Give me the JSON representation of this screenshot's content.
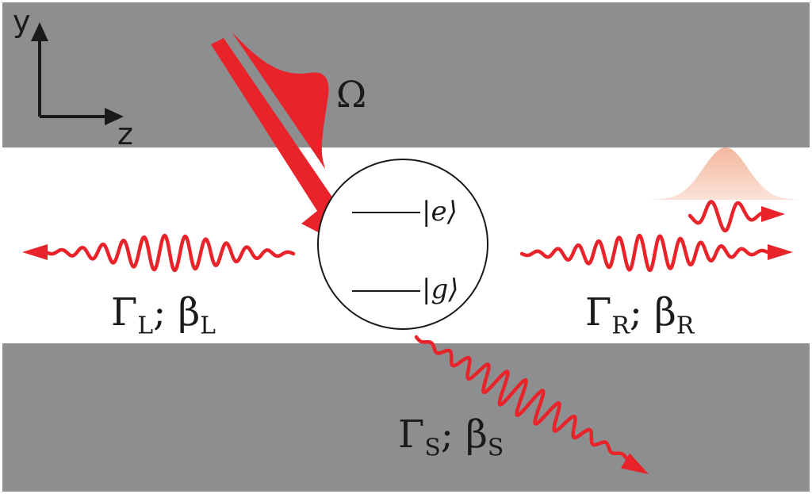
{
  "axes": {
    "y": "y",
    "z": "z"
  },
  "drive_label": "Ω",
  "levels": {
    "excited": "|e⟩",
    "ground": "|g⟩"
  },
  "channels": {
    "left": {
      "gamma": "Γ",
      "gamma_sub": "L",
      "sep": "; ",
      "beta": "β",
      "beta_sub": "L"
    },
    "right": {
      "gamma": "Γ",
      "gamma_sub": "R",
      "sep": "; ",
      "beta": "β",
      "beta_sub": "R"
    },
    "side": {
      "gamma": "Γ",
      "gamma_sub": "S",
      "sep": "; ",
      "beta": "β",
      "beta_sub": "S"
    }
  },
  "colors": {
    "cladding": "#8d8e90",
    "core": "#ffffff",
    "photon": "#e8232a",
    "pulse_envelope": "#f6c3ad",
    "ink": "#1a1a1a"
  }
}
